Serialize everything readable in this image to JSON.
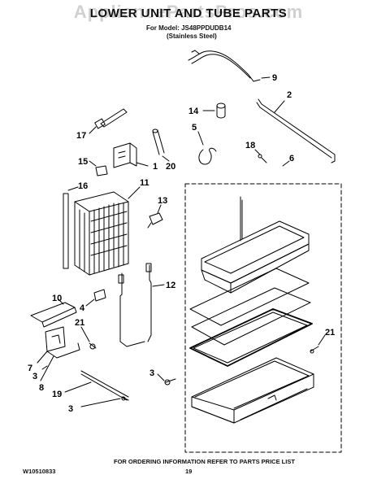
{
  "watermark": "AppliancePartsPros.com",
  "header": {
    "title": "LOWER UNIT AND TUBE PARTS",
    "model_line": "For Model: JS48PPDUDB14",
    "finish_line": "(Stainless Steel)"
  },
  "callouts": [
    "9",
    "2",
    "14",
    "5",
    "17",
    "18",
    "6",
    "15",
    "1",
    "20",
    "16",
    "11",
    "13",
    "10",
    "4",
    "12",
    "21",
    "21",
    "7",
    "3",
    "8",
    "3",
    "19",
    "3"
  ],
  "footer": {
    "doc_number": "W10510833",
    "ordering_note": "FOR ORDERING INFORMATION REFER TO PARTS PRICE LIST",
    "page_number": "19"
  },
  "colors": {
    "line": "#000000",
    "background": "#ffffff"
  }
}
